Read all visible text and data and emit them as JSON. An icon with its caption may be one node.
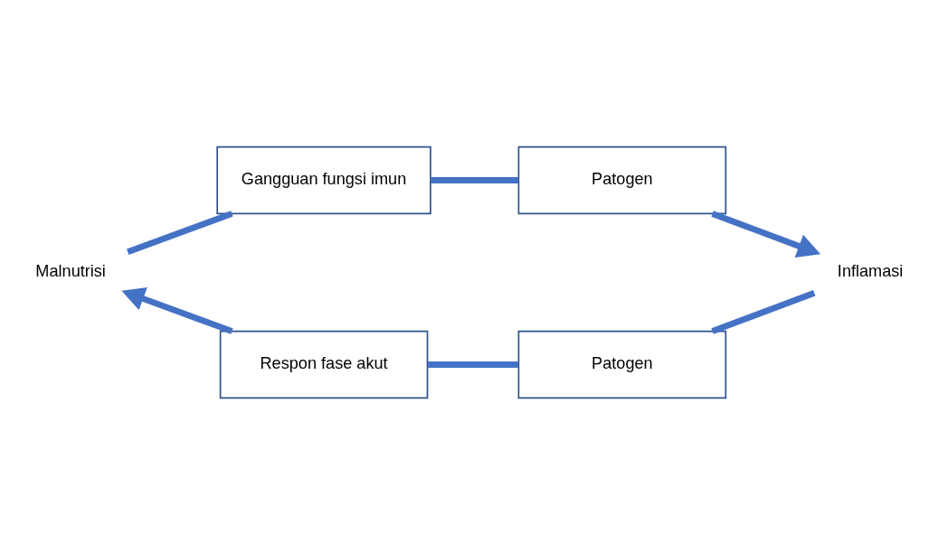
{
  "diagram": {
    "nodes": [
      {
        "text": [
          "Malnutrisi"
        ]
      },
      {
        "text": [
          "Gangguan fungsi imun"
        ]
      },
      {
        "text": [
          "Patogen"
        ]
      },
      {
        "text": [
          "Inflamasi"
        ]
      },
      {
        "text": [
          "Patogen"
        ]
      },
      {
        "text": [
          "Respon fase akut"
        ]
      }
    ],
    "edges": [
      {
        "from": 0,
        "to": 1,
        "arrow": "none"
      },
      {
        "from": 1,
        "to": 2,
        "arrow": "none"
      },
      {
        "from": 2,
        "to": 3,
        "arrow": "to"
      },
      {
        "from": 3,
        "to": 4,
        "arrow": "none"
      },
      {
        "from": 4,
        "to": 5,
        "arrow": "none"
      },
      {
        "from": 5,
        "to": 0,
        "arrow": "to"
      }
    ]
  }
}
